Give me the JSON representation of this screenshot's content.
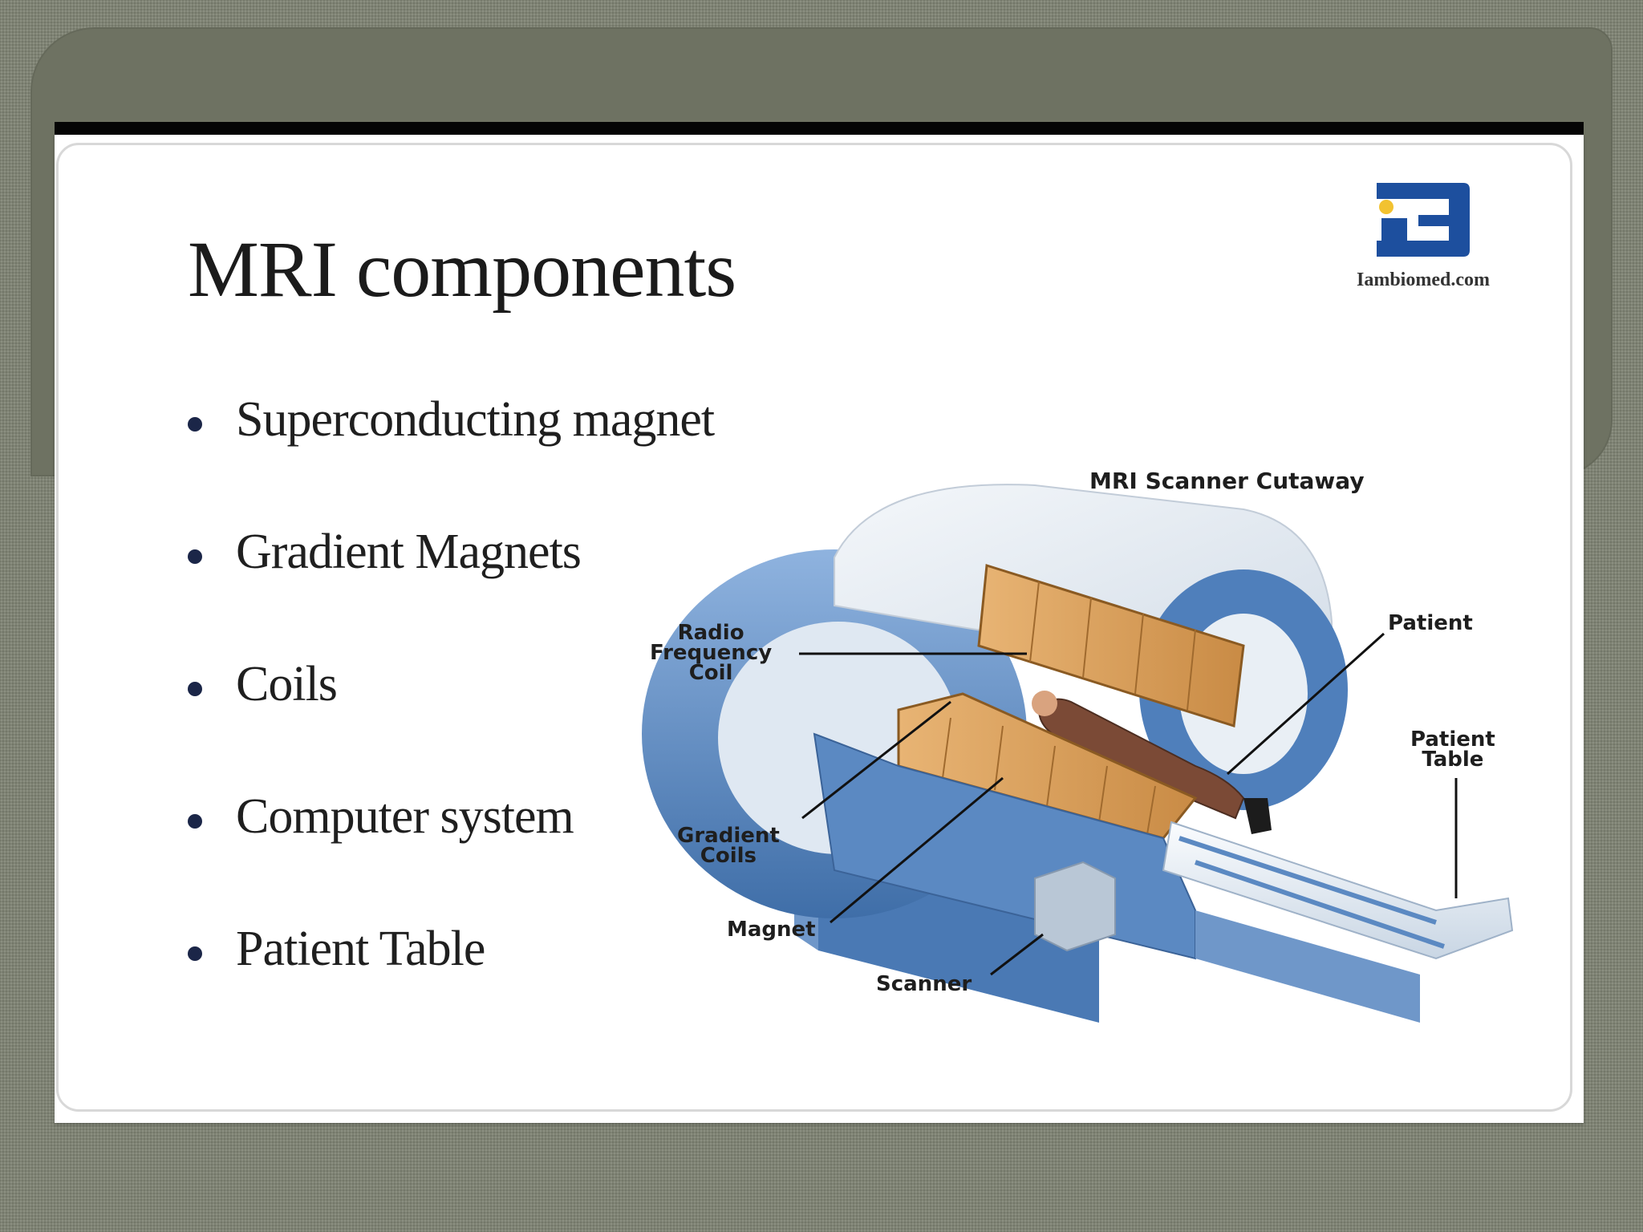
{
  "slide": {
    "title": "MRI components",
    "bullets": [
      "Superconducting magnet",
      "Gradient Magnets",
      "Coils",
      "Computer system",
      "Patient Table"
    ]
  },
  "logo": {
    "text": "Iambiomed.com",
    "brand_color": "#1d4f9e",
    "accent_color": "#f2c230"
  },
  "diagram": {
    "title": "MRI Scanner Cutaway",
    "labels": {
      "radio_frequency_coil": "Radio\nFrequency\nCoil",
      "patient": "Patient",
      "patient_table": "Patient\nTable",
      "gradient_coils": "Gradient\nCoils",
      "magnet": "Magnet",
      "scanner": "Scanner"
    },
    "colors": {
      "housing": "#5e8cc7",
      "coil": "#d59c5a",
      "shell": "#e8eef4"
    }
  }
}
